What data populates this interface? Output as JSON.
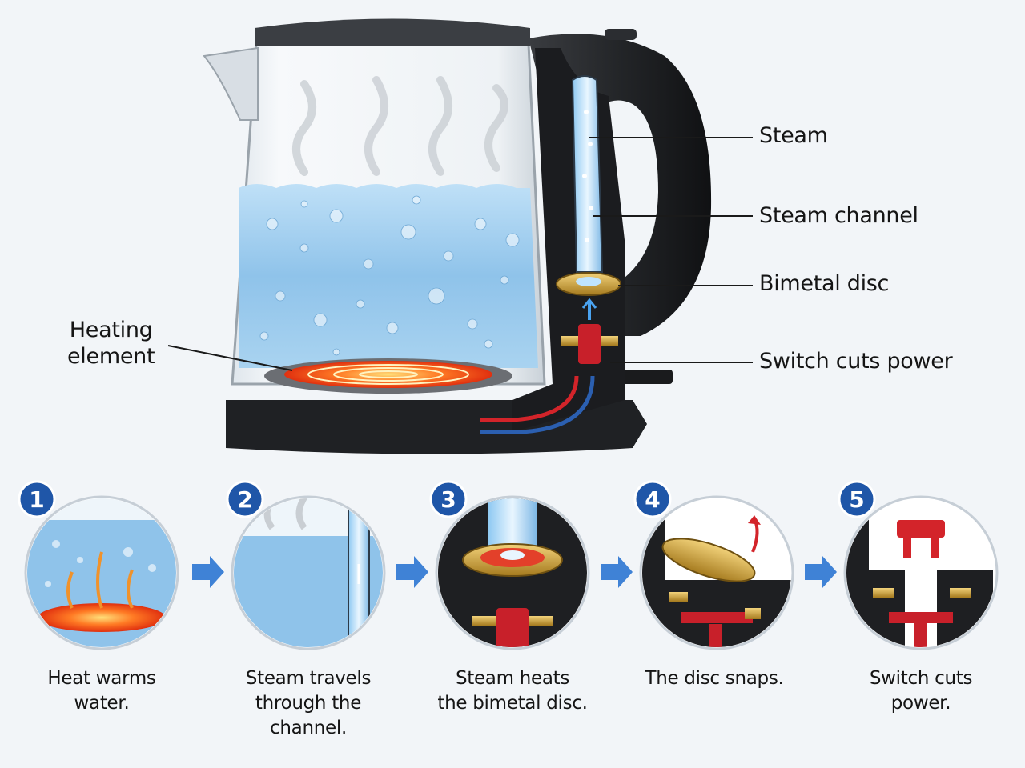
{
  "callouts": {
    "steam": "Steam",
    "steam_channel": "Steam channel",
    "bimetal_disc": "Bimetal disc",
    "switch_cuts_power": "Switch cuts power",
    "heating_element_line1": "Heating",
    "heating_element_line2": "element"
  },
  "steps": [
    {
      "number": "1",
      "caption_lines": [
        "Heat warms",
        "water."
      ]
    },
    {
      "number": "2",
      "caption_lines": [
        "Steam travels",
        "through the",
        "channel."
      ]
    },
    {
      "number": "3",
      "caption_lines": [
        "Steam heats",
        "the bimetal disc."
      ]
    },
    {
      "number": "4",
      "caption_lines": [
        "The disc snaps."
      ]
    },
    {
      "number": "5",
      "caption_lines": [
        "Switch cuts",
        "power."
      ]
    }
  ],
  "colors": {
    "badge": "#1f56a8",
    "arrow": "#3f82d6",
    "water": "#8fc3ea",
    "coil": "#ff5a1a",
    "kettle_body": "#2a2c30",
    "brass": "#c9a23a",
    "switch_red": "#c8202a"
  },
  "icons": [
    "kettle-cutaway",
    "heating-coil-icon",
    "steam-icon",
    "bimetal-disc-icon",
    "switch-icon",
    "arrow-right-icon"
  ]
}
